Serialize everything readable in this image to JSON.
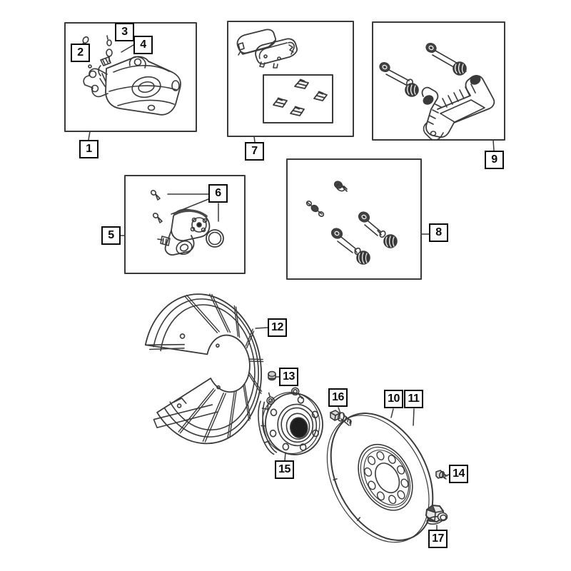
{
  "figure": {
    "type": "exploded-parts-diagram",
    "background_color": "#ffffff",
    "line_color": "#3a3a3a",
    "callout_border_color": "#0a0a0a",
    "callout_fill_color": "#ffffff",
    "callout_text_color": "#0a0a0a"
  },
  "callouts": [
    {
      "label": "1"
    },
    {
      "label": "2"
    },
    {
      "label": "3"
    },
    {
      "label": "4"
    },
    {
      "label": "5"
    },
    {
      "label": "6"
    },
    {
      "label": "7"
    },
    {
      "label": "8"
    },
    {
      "label": "9"
    },
    {
      "label": "10"
    },
    {
      "label": "11"
    },
    {
      "label": "12"
    },
    {
      "label": "13"
    },
    {
      "label": "14"
    },
    {
      "label": "15"
    },
    {
      "label": "16"
    },
    {
      "label": "17"
    }
  ]
}
